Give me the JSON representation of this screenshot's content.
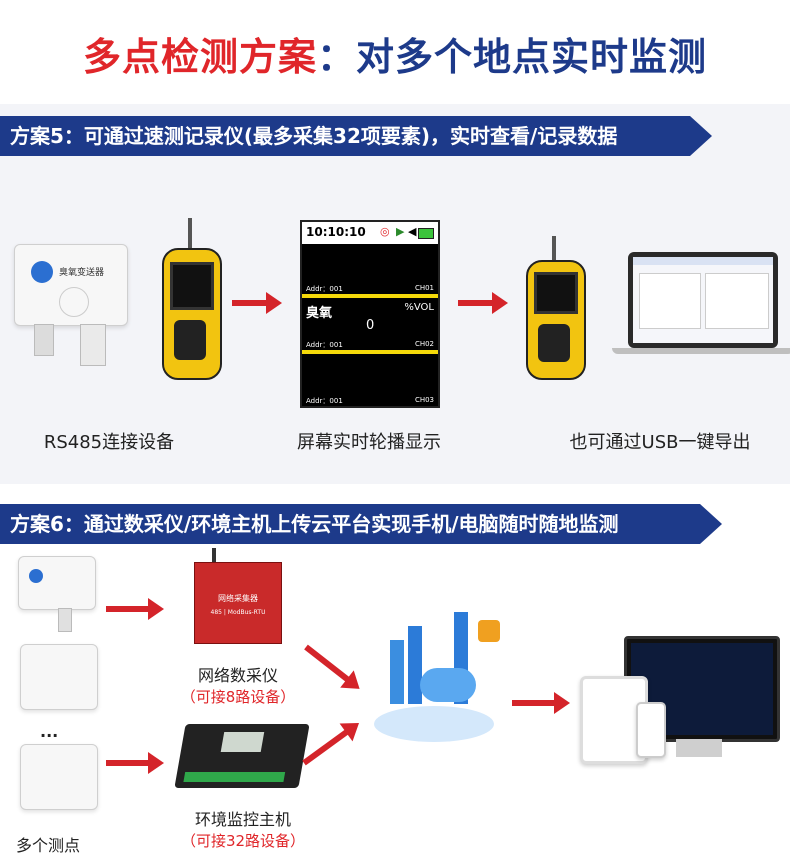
{
  "title": {
    "red": "多点检测方案",
    "blue": "：对多个地点实时监测"
  },
  "plan5": {
    "banner": "方案5：可通过速测记录仪(最多采集32项要素)，实时查看/记录数据",
    "sensor_label": "臭氧变送器",
    "captions": [
      "RS485连接设备",
      "屏幕实时轮播显示",
      "也可通过USB一键导出"
    ],
    "lcd": {
      "time": "10:10:10",
      "rows": [
        {
          "addr": "Addr：001",
          "ch": "CH01"
        },
        {
          "addr": "Addr：001",
          "ch": "CH02"
        },
        {
          "addr": "Addr：001",
          "ch": "CH03"
        }
      ],
      "name": "臭氧",
      "unit": "%VOL",
      "value": "0"
    }
  },
  "plan6": {
    "banner": "方案6：通过数采仪/环境主机上传云平台实现手机/电脑随时随地监测",
    "collector_title": "网络采集器",
    "collector_sub": "485 | ModBus-RTU",
    "collector_label": "网络数采仪",
    "collector_note": "（可接8路设备）",
    "host_label": "环境监控主机",
    "host_note": "（可接32路设备）",
    "points_label": "多个测点",
    "dots": "..."
  },
  "colors": {
    "accent_red": "#e0262a",
    "banner_blue": "#1d3a8a",
    "device_yellow": "#f2c410"
  }
}
